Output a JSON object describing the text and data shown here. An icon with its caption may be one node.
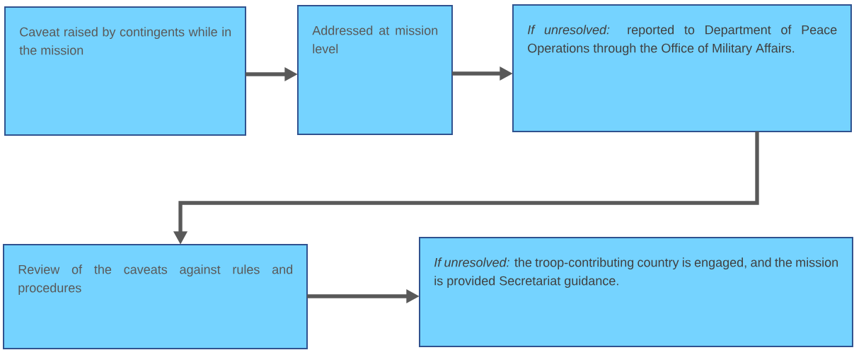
{
  "diagram": {
    "nodes": [
      {
        "text": [
          "Caveat raised by contingents while in the mission"
        ]
      },
      {
        "text": [
          "Addressed at mission level"
        ]
      },
      {
        "text": [
          "*If unresolved:* reported to Department of Peace Operations through the Office of Military Affairs."
        ]
      },
      {
        "text": [
          "Review of the caveats against rules and procedures"
        ]
      },
      {
        "text": [
          "*If unresolved:* the troop-contributing country is engaged, and the mission is provided Secretariat guidance."
        ]
      }
    ],
    "edges": [
      {
        "from": 0,
        "to": 1,
        "arrow": "to"
      },
      {
        "from": 1,
        "to": 2,
        "arrow": "to"
      },
      {
        "from": 2,
        "to": 3,
        "arrow": "to"
      },
      {
        "from": 3,
        "to": 4,
        "arrow": "to"
      }
    ]
  }
}
